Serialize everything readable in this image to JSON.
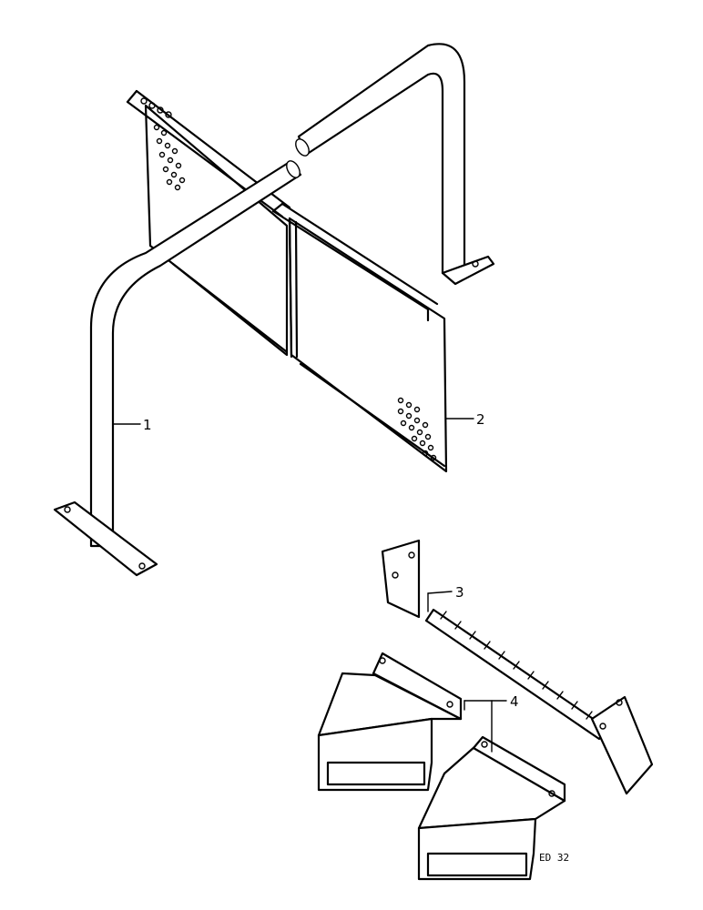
{
  "callouts": [
    {
      "id": "1",
      "label": "1"
    },
    {
      "id": "2",
      "label": "2"
    },
    {
      "id": "3",
      "label": "3"
    },
    {
      "id": "4",
      "label": "4"
    }
  ],
  "figure_code": "ED 32"
}
